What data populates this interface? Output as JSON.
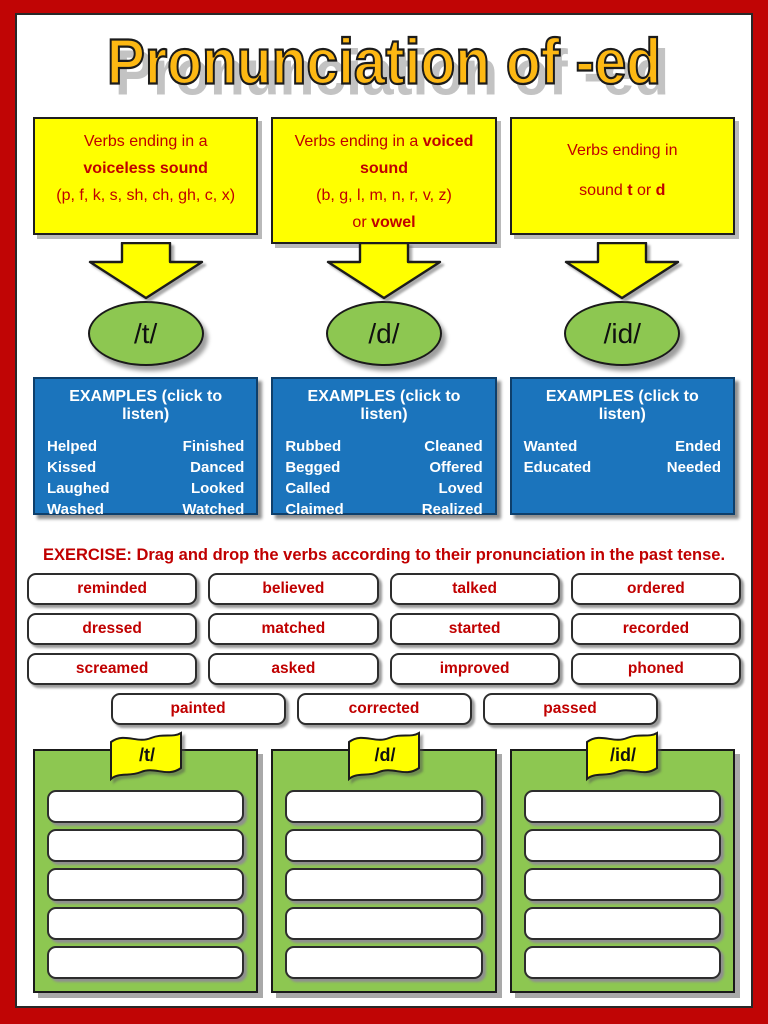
{
  "page": {
    "title": "Pronunciation of -ed"
  },
  "colors": {
    "frame_red": "#C00505",
    "text_red": "#C00000",
    "box_yellow": "#FFFF00",
    "ellipse_green": "#8DC751",
    "examples_blue": "#1B74BC",
    "title_orange": "#FDB813"
  },
  "rule_boxes": [
    {
      "l1": "Verbs ending in a",
      "l2": "voiceless sound",
      "l3": "(p, f, k, s, sh, ch, gh,  c, x)"
    },
    {
      "l1a": "Verbs ending in a ",
      "l1b": "voiced",
      "l2": "sound",
      "l3": "(b, g, l, m, n, r, v, z)",
      "l4a": "or ",
      "l4b": "vowel"
    },
    {
      "l1": "Verbs ending in",
      "l2a": "sound ",
      "l2b": "t",
      "l2c": " or ",
      "l2d": "d"
    }
  ],
  "sounds": [
    "/t/",
    "/d/",
    "/id/"
  ],
  "examples": {
    "header": "EXAMPLES (click to listen)",
    "groups": [
      {
        "left": [
          "Helped",
          "Kissed",
          "Laughed",
          "Washed"
        ],
        "right": [
          "Finished",
          "Danced",
          "Looked",
          "Watched"
        ]
      },
      {
        "left": [
          "Rubbed",
          "Begged",
          "Called",
          "Claimed"
        ],
        "right": [
          "Cleaned",
          "Offered",
          "Loved",
          "Realized"
        ]
      },
      {
        "left": [
          "Wanted",
          "Educated"
        ],
        "right": [
          "Ended",
          "Needed"
        ]
      }
    ]
  },
  "exercise": {
    "instruction": "EXERCISE: Drag and drop the verbs according to their pronunciation in the past tense."
  },
  "chips": {
    "rows": [
      [
        "reminded",
        "believed",
        "talked",
        "ordered"
      ],
      [
        "dressed",
        "matched",
        "started",
        "recorded"
      ],
      [
        "screamed",
        "asked",
        "improved",
        "phoned"
      ],
      [
        "painted",
        "corrected",
        "passed"
      ]
    ]
  },
  "dropzones": [
    {
      "label": "/t/",
      "slots": 5
    },
    {
      "label": "/d/",
      "slots": 5
    },
    {
      "label": "/id/",
      "slots": 5
    }
  ]
}
